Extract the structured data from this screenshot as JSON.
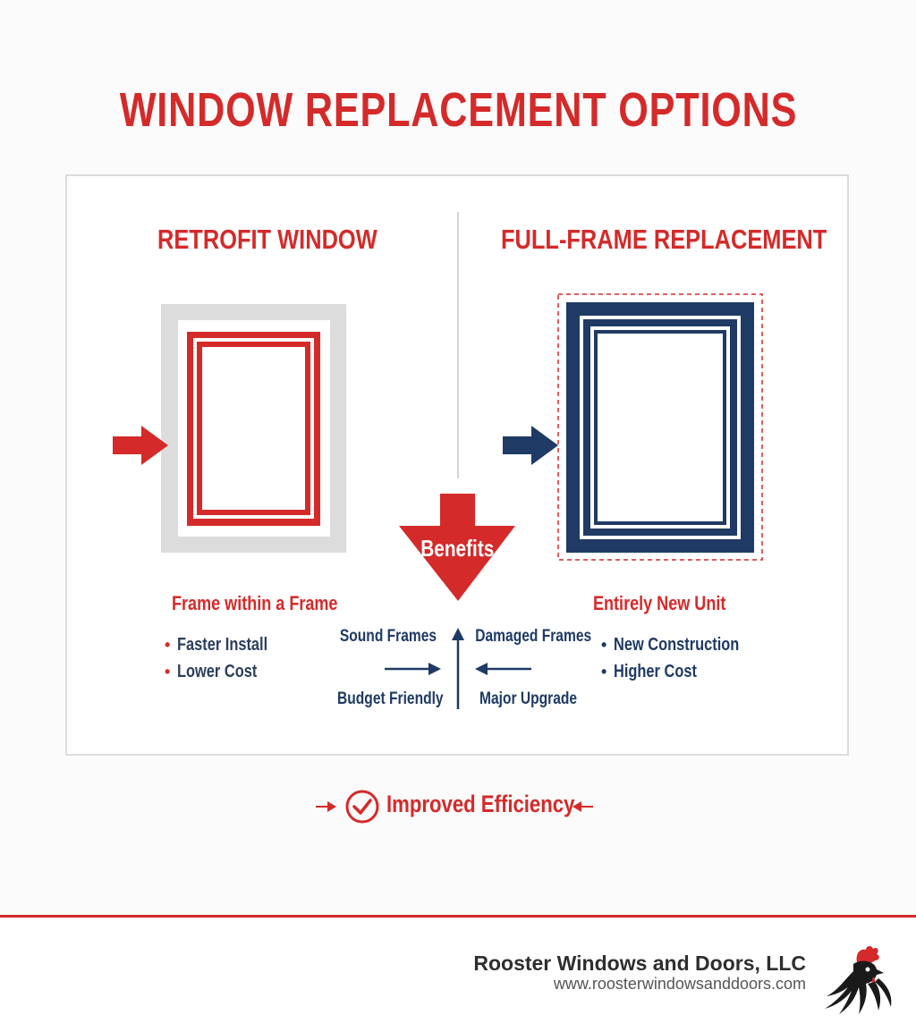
{
  "title": "WINDOW REPLACEMENT OPTIONS",
  "left_column": {
    "title": "RETROFIT WINDOW",
    "subtitle": "Frame within a Frame",
    "bullets": [
      "Faster Install",
      "Lower Cost"
    ],
    "color": "#d42a2a"
  },
  "right_column": {
    "title": "FULL-FRAME REPLACEMENT",
    "subtitle": "Entirely New Unit",
    "bullets": [
      "New Construction",
      "Higher Cost"
    ],
    "color": "#1f3a64"
  },
  "center": {
    "arrow_label": "Benefits",
    "quadrants": {
      "top_left": "Sound Frames",
      "top_right": "Damaged Frames",
      "bottom_left": "Budget Friendly",
      "bottom_right": "Major Upgrade"
    }
  },
  "bottom_banner": {
    "label": "Improved Efficiency",
    "icon": "check-circle-icon"
  },
  "footer": {
    "company": "Rooster Windows and Doors, LLC",
    "url": "www.roosterwindowsanddoors.com",
    "logo": "rooster-logo-icon"
  },
  "colors": {
    "accent_red": "#d42a2a",
    "navy": "#1f3a64",
    "grey_frame": "#dcdcdc"
  }
}
